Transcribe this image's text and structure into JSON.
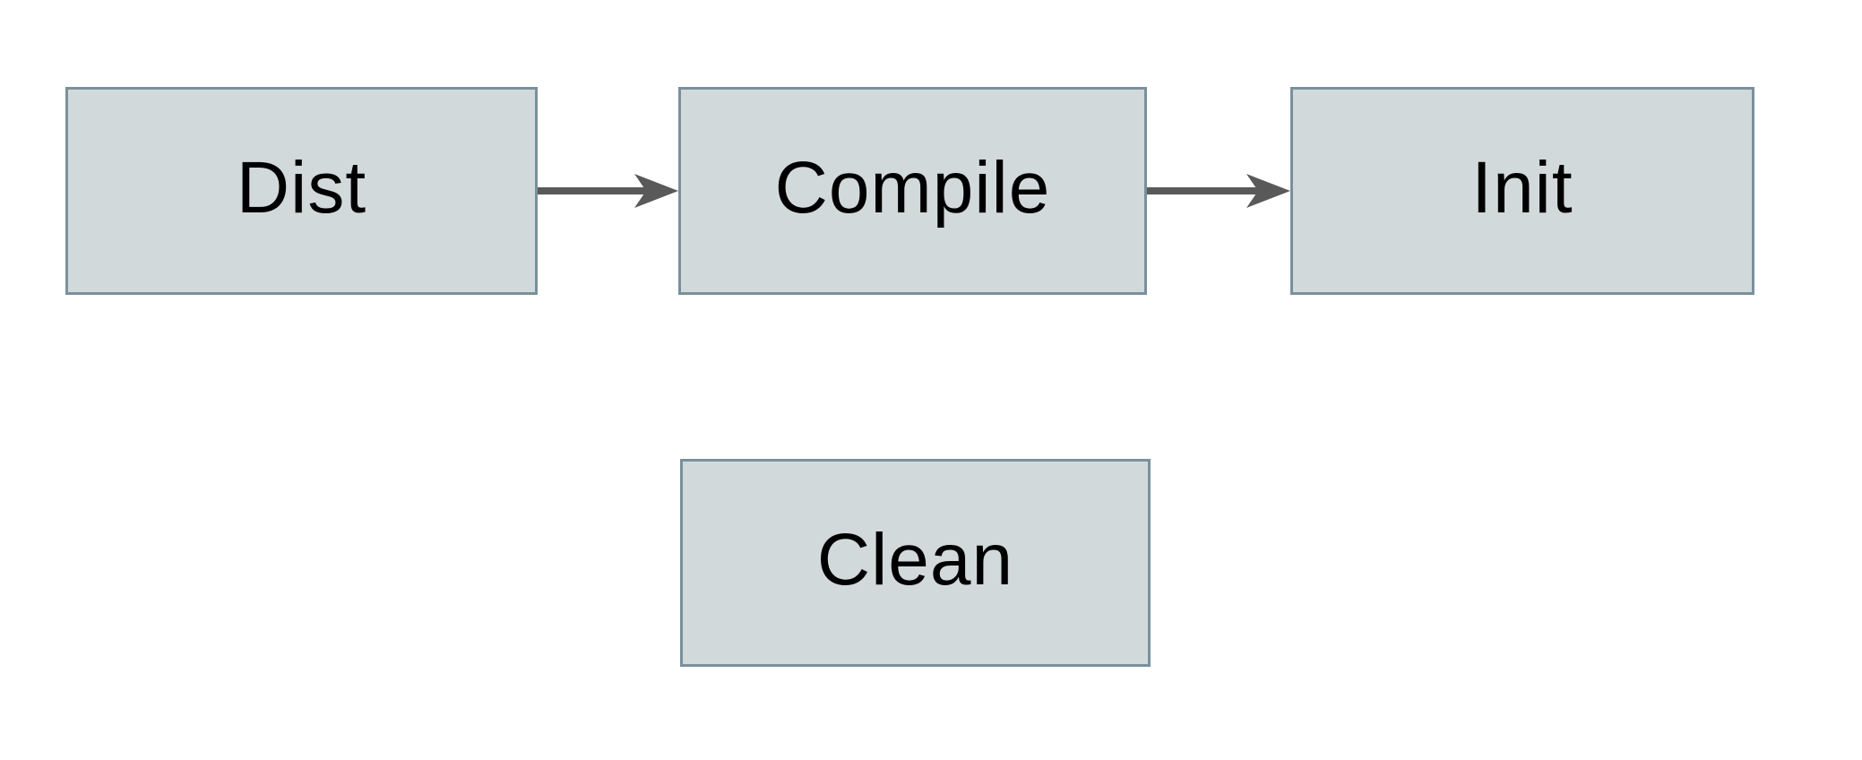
{
  "diagram": {
    "nodes": [
      {
        "id": "dist",
        "label": "Dist"
      },
      {
        "id": "compile",
        "label": "Compile"
      },
      {
        "id": "init",
        "label": "Init"
      },
      {
        "id": "clean",
        "label": "Clean"
      }
    ],
    "edges": [
      {
        "from": "dist",
        "to": "compile"
      },
      {
        "from": "compile",
        "to": "init"
      }
    ]
  },
  "theme": {
    "background": "#ffffff",
    "node_fill": "#d2d9db",
    "node_border": "#7a909c",
    "node_text": "#000000",
    "arrow": "#595959"
  }
}
